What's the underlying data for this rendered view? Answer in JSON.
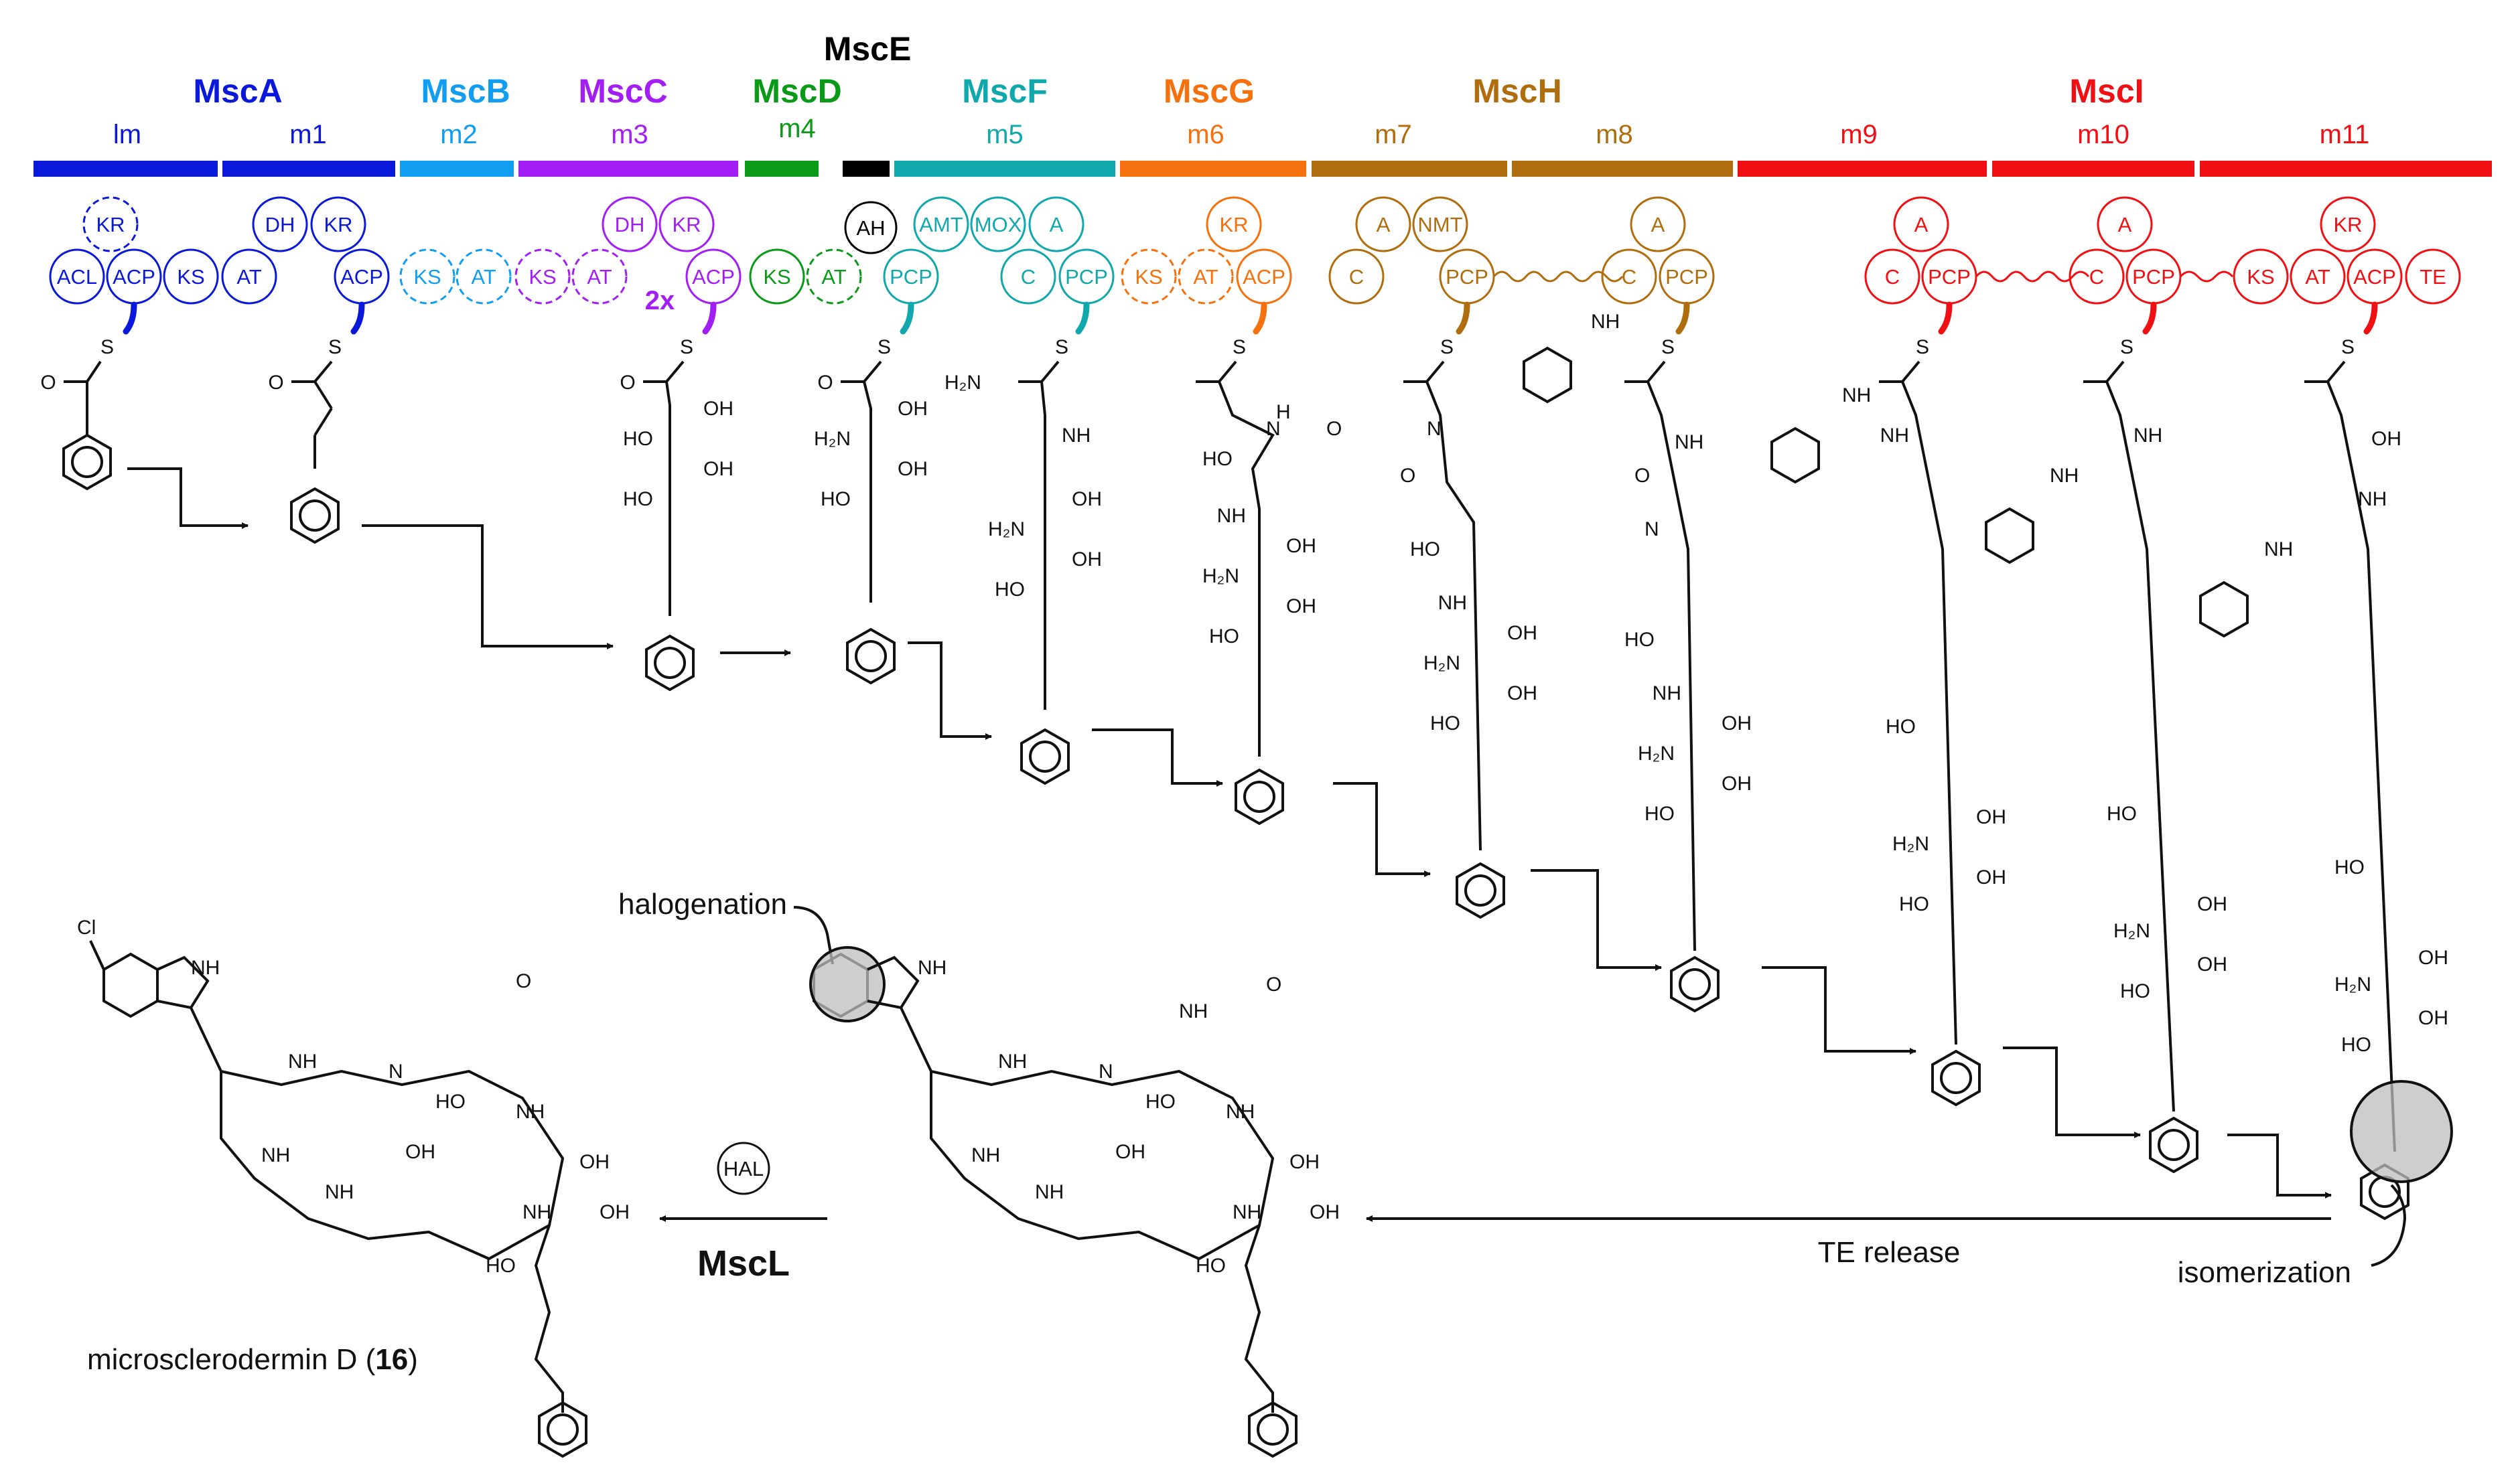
{
  "colors": {
    "MscA": "#0a19d9",
    "MscB": "#119ef0",
    "MscC": "#a21ef5",
    "MscD": "#0a9a17",
    "MscE": "#000000",
    "MscF": "#11a8ad",
    "MscG": "#f5710d",
    "MscH": "#b06d0d",
    "MscI": "#f01014"
  },
  "proteins": [
    {
      "id": "MscA",
      "label": "MscA"
    },
    {
      "id": "MscB",
      "label": "MscB"
    },
    {
      "id": "MscC",
      "label": "MscC"
    },
    {
      "id": "MscD",
      "label": "MscD"
    },
    {
      "id": "MscE",
      "label": "MscE"
    },
    {
      "id": "MscF",
      "label": "MscF"
    },
    {
      "id": "MscG",
      "label": "MscG"
    },
    {
      "id": "MscH",
      "label": "MscH"
    },
    {
      "id": "MscI",
      "label": "MscI"
    }
  ],
  "modules": [
    "lm",
    "m1",
    "m2",
    "m3",
    "m4",
    "m5",
    "m6",
    "m7",
    "m8",
    "m9",
    "m10",
    "m11"
  ],
  "domains": {
    "ACL": "ACL",
    "ACP": "ACP",
    "KS": "KS",
    "KR": "KR",
    "AT": "AT",
    "DH": "DH",
    "AH": "AH",
    "PCP": "PCP",
    "AMT": "AMT",
    "MOX": "MOX",
    "A": "A",
    "C": "C",
    "NMT": "NMT",
    "TE": "TE",
    "HAL": "HAL"
  },
  "atoms": {
    "S": "S",
    "O": "O",
    "OH": "OH",
    "HO": "HO",
    "NH": "NH",
    "H2N": "H₂N",
    "N": "N",
    "H": "H",
    "Cl": "Cl"
  },
  "labels": {
    "repeat": "2x",
    "halogenation": "halogenation",
    "isomerization": "isomerization",
    "te_release": "TE release",
    "enzyme": "MscL",
    "product_name": "microsclerodermin D (",
    "product_number": "16",
    "product_close": ")"
  }
}
